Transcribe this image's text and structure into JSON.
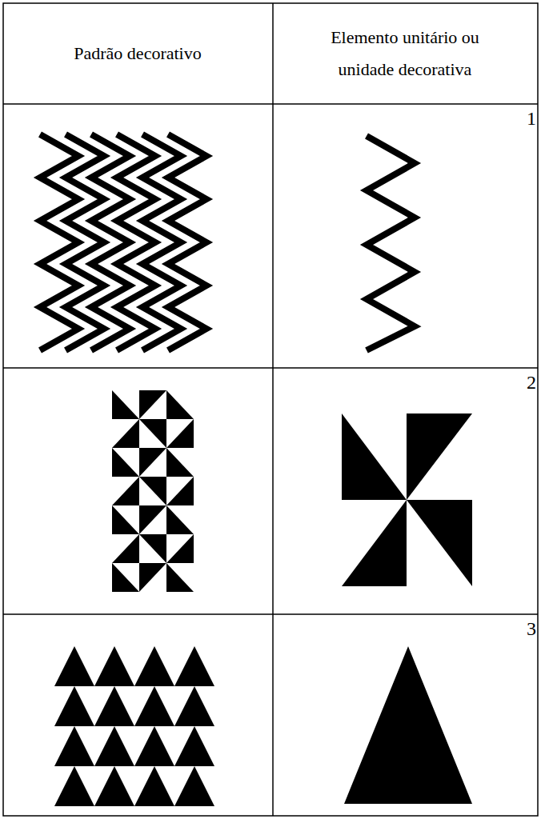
{
  "diagram": {
    "labels": [
      "Padrão decorativo",
      "Elemento unitário ou unidade decorativa",
      "1",
      "2",
      "3"
    ]
  }
}
